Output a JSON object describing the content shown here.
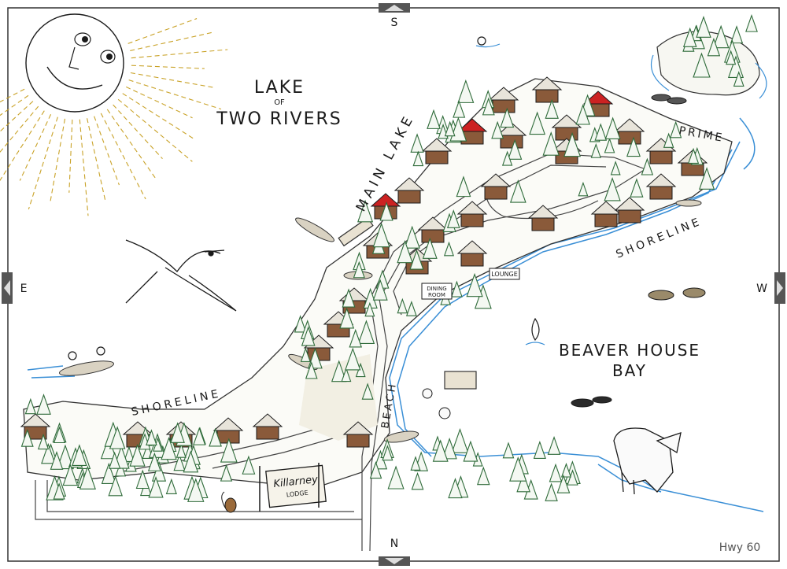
{
  "map": {
    "title_line1": "LAKE",
    "title_line2": "OF",
    "title_line3": "TWO RIVERS",
    "main_lake": "MAIN LAKE",
    "prime": "PRIME",
    "shoreline_right": "SHORELINE",
    "shoreline_left": "SHORELINE",
    "beaver_line1": "BEAVER HOUSE",
    "beaver_line2": "BAY",
    "beach": "BEACH",
    "dining_line1": "DINING",
    "dining_line2": "ROOM",
    "lounge": "LOUNGE",
    "lodge_sign_line1": "Killarney",
    "lodge_sign_line2": "LODGE",
    "highway": "Hwy 60"
  },
  "compass": {
    "north": "N",
    "south": "S",
    "east": "E",
    "west": "W"
  },
  "colors": {
    "water": "#3a8fd6",
    "roof_highlight": "#cc2222",
    "cabin_brown": "#8a5a3a",
    "tree_green": "#2f6b3a",
    "sun_gold": "#c9a227",
    "ink": "#1a1a1a"
  }
}
